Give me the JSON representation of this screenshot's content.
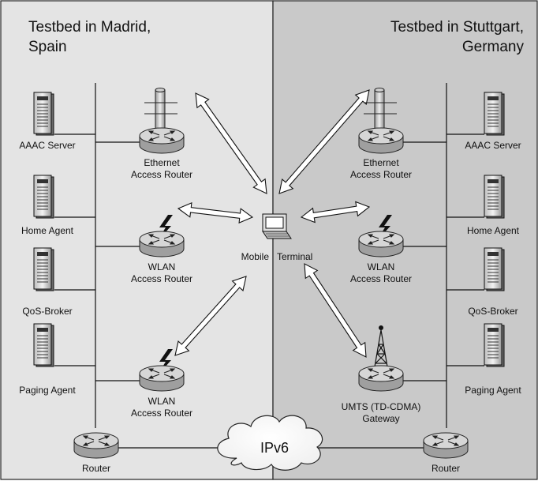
{
  "panels": {
    "left_title_line1": "Testbed in Madrid,",
    "left_title_line2": "Spain",
    "right_title_line1": "Testbed in Stuttgart,",
    "right_title_line2": "Germany",
    "left_fill": "#e4e4e4",
    "right_fill": "#c9c9c9"
  },
  "left": {
    "servers": [
      "AAAC Server",
      "Home Agent",
      "QoS-Broker",
      "Paging Agent"
    ],
    "ethernet_router": [
      "Ethernet",
      "Access Router"
    ],
    "wlan_router_1": [
      "WLAN",
      "Access Router"
    ],
    "wlan_router_2": [
      "WLAN",
      "Access Router"
    ],
    "router": "Router"
  },
  "right": {
    "servers": [
      "AAAC Server",
      "Home Agent",
      "QoS-Broker",
      "Paging Agent"
    ],
    "ethernet_router": [
      "Ethernet",
      "Access Router"
    ],
    "wlan_router": [
      "WLAN",
      "Access Router"
    ],
    "umts_gateway": [
      "UMTS (TD-CDMA)",
      "Gateway"
    ],
    "router": "Router"
  },
  "center": {
    "terminal_left": "Mobile",
    "terminal_right": "Terminal",
    "cloud": "IPv6"
  }
}
